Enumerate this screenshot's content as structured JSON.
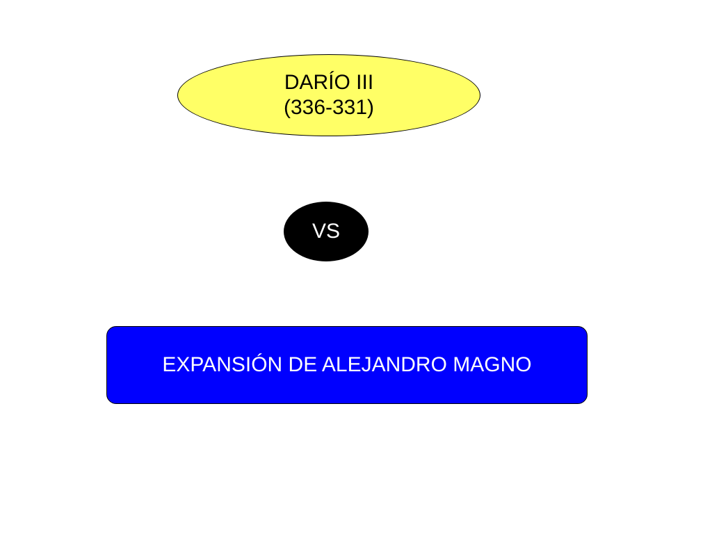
{
  "top_node": {
    "line1": "DARÍO III",
    "line2": "(336-331)",
    "fill": "#ffff66"
  },
  "vs_node": {
    "label": "VS",
    "fill": "#000000"
  },
  "bottom_node": {
    "label": "EXPANSIÓN DE ALEJANDRO MAGNO",
    "fill": "#0000ff"
  }
}
